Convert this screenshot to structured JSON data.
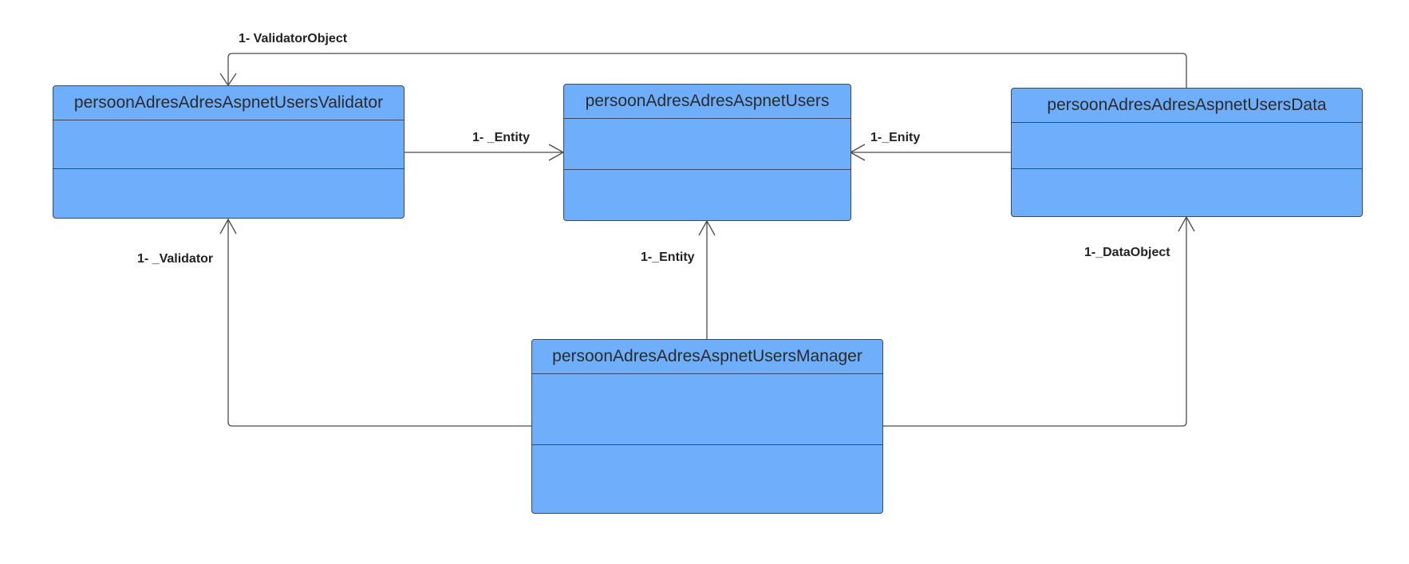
{
  "classes": {
    "validator": {
      "name": "persoonAdresAdresAspnetUsersValidator"
    },
    "users": {
      "name": "persoonAdresAdresAspnetUsers"
    },
    "data": {
      "name": "persoonAdresAdresAspnetUsersData"
    },
    "manager": {
      "name": "persoonAdresAdresAspnetUsersManager"
    }
  },
  "associations": {
    "data_to_validator": "1- ValidatorObject",
    "validator_to_users": "1- _Entity",
    "data_to_users": "1-_Enity",
    "manager_to_validator": "1- _Validator",
    "manager_to_users": "1-_Entity",
    "manager_to_data": "1-_DataObject"
  },
  "colors": {
    "class_fill": "#6eaefb",
    "class_border": "#3a4a5c",
    "connector": "#4a4a4a"
  }
}
